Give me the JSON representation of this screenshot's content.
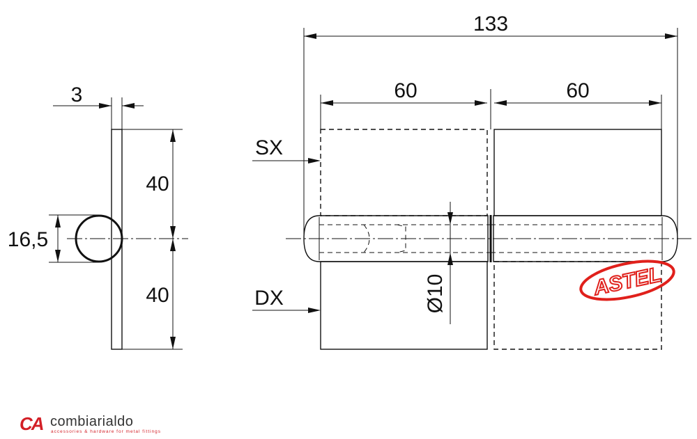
{
  "side_view": {
    "thickness_label": "3",
    "upper_leaf_label": "40",
    "lower_leaf_label": "40",
    "knuckle_diameter_label": "16,5"
  },
  "front_view": {
    "overall_length_label": "133",
    "left_leaf_width_label": "60",
    "right_leaf_width_label": "60",
    "pin_diameter_label": "Ø10",
    "sx_label": "SX",
    "dx_label": "DX"
  },
  "watermark": {
    "text": "ASTEL",
    "color": "#e0201b"
  },
  "brand": {
    "mark": "CA",
    "name": "combiarialdo",
    "tagline": "accessories & hardware for metal fittings",
    "color": "#d31f26"
  }
}
